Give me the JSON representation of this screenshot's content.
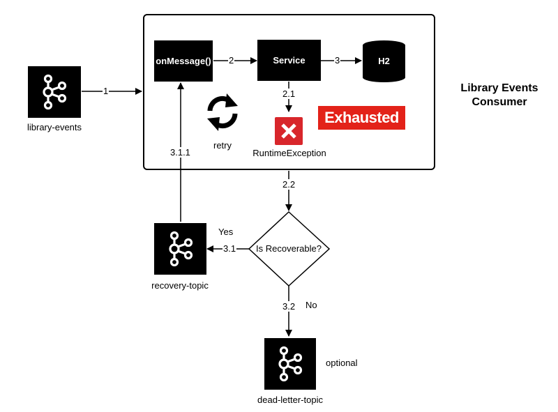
{
  "diagram": {
    "title_line1": "Library Events",
    "title_line2": "Consumer",
    "nodes": {
      "library_events": "library-events",
      "on_message": "onMessage()",
      "service": "Service",
      "h2": "H2",
      "runtime_exception": "RuntimeException",
      "exhausted": "Exhausted",
      "retry": "retry",
      "decision": "Is Recoverable?",
      "recovery_topic": "recovery-topic",
      "dead_letter_topic": "dead-letter-topic",
      "optional": "optional"
    },
    "edges": {
      "e1": "1",
      "e2": "2",
      "e3": "3",
      "e21": "2.1",
      "e22": "2.2",
      "e31": "3.1",
      "e311": "3.1.1",
      "e32": "3.2",
      "yes": "Yes",
      "no": "No"
    }
  },
  "icons": {
    "kafka": "kafka-icon",
    "retry": "sync-icon",
    "error": "close-icon",
    "database": "database-icon"
  }
}
